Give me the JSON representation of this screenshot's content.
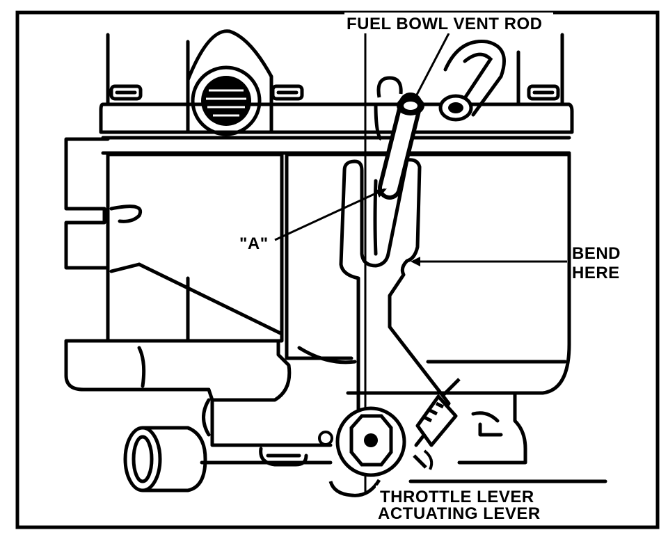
{
  "labels": {
    "fuel_bowl_vent_rod": "FUEL BOWL VENT ROD",
    "point_a": "\"A\"",
    "bend_here_line1": "BEND",
    "bend_here_line2": "HERE",
    "throttle_lever_line1": "THROTTLE LEVER",
    "throttle_lever_line2": "ACTUATING LEVER"
  },
  "colors": {
    "ink": "#000000",
    "paper": "#ffffff"
  }
}
